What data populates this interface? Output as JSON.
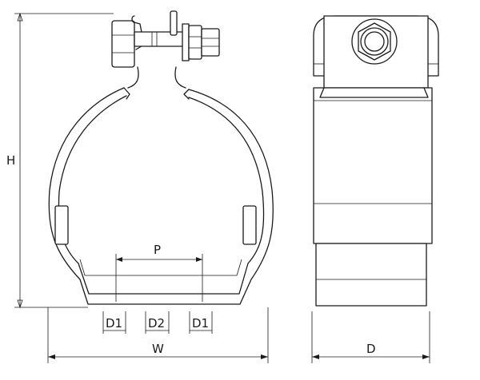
{
  "labels": {
    "height": "H",
    "width": "W",
    "depth": "D",
    "pitch": "P",
    "d1_left": "D1",
    "d2": "D2",
    "d1_right": "D1"
  }
}
